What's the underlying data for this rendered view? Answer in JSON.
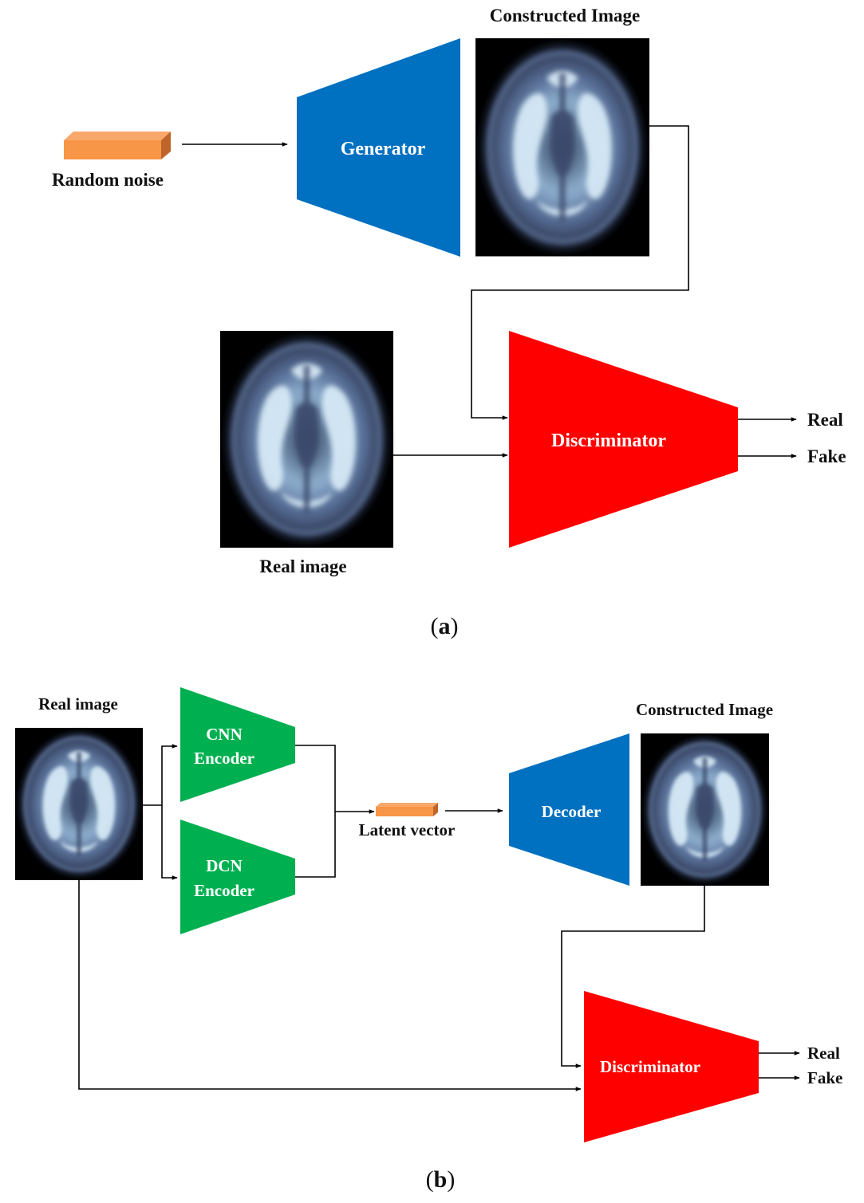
{
  "colors": {
    "generator": "#0070c0",
    "decoder": "#0070c0",
    "discriminator": "#ff0000",
    "encoder": "#00b050",
    "noise_block": "#f79646",
    "noise_block_side": "#c0652a",
    "image_bg": "#000000",
    "brain_tissue": "#c9dcef",
    "brain_dark": "#3a4a66"
  },
  "panel_a": {
    "caption_open": "(",
    "caption_letter": "a",
    "caption_close": ")",
    "random_noise": "Random noise",
    "generator": "Generator",
    "constructed_image": "Constructed Image",
    "real_image": "Real image",
    "discriminator": "Discriminator",
    "out_real": "Real",
    "out_fake": "Fake"
  },
  "panel_b": {
    "caption_open": "(",
    "caption_letter": "b",
    "caption_close": ")",
    "real_image": "Real image",
    "cnn_line1": "CNN",
    "cnn_line2": "Encoder",
    "dcn_line1": "DCN",
    "dcn_line2": "Encoder",
    "latent_vector": "Latent vector",
    "decoder": "Decoder",
    "constructed_image": "Constructed Image",
    "discriminator": "Discriminator",
    "out_real": "Real",
    "out_fake": "Fake"
  }
}
